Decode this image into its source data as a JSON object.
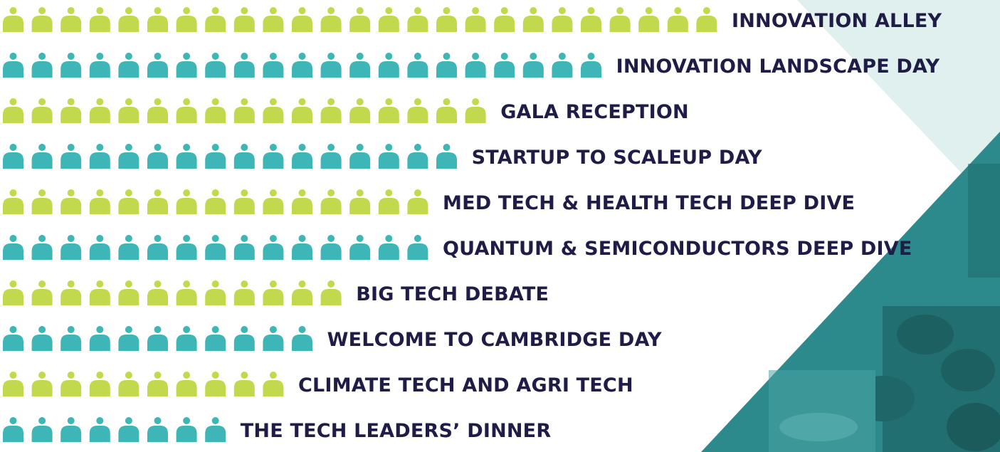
{
  "colors": {
    "lime": "#c2d94d",
    "teal": "#3eb5b6",
    "navy": "#201c48",
    "pale_teal": "#dff0ef",
    "photo_tint": "#2c8a8c"
  },
  "icon": "person-icon",
  "chart_data": {
    "type": "pictogram",
    "categories": [
      "INNOVATION ALLEY",
      "INNOVATION LANDSCAPE DAY",
      "GALA RECEPTION",
      "STARTUP TO SCALEUP DAY",
      "MED TECH & HEALTH TECH DEEP DIVE",
      "QUANTUM & SEMICONDUCTORS DEEP DIVE",
      "BIG TECH DEBATE",
      "WELCOME TO CAMBRIDGE DAY",
      "CLIMATE TECH AND AGRI TECH",
      "THE TECH LEADERS’ DINNER"
    ],
    "values": [
      25,
      21,
      17,
      16,
      15,
      15,
      12,
      11,
      10,
      8
    ],
    "colors": [
      "lime",
      "teal",
      "lime",
      "teal",
      "lime",
      "teal",
      "lime",
      "teal",
      "lime",
      "teal"
    ]
  }
}
